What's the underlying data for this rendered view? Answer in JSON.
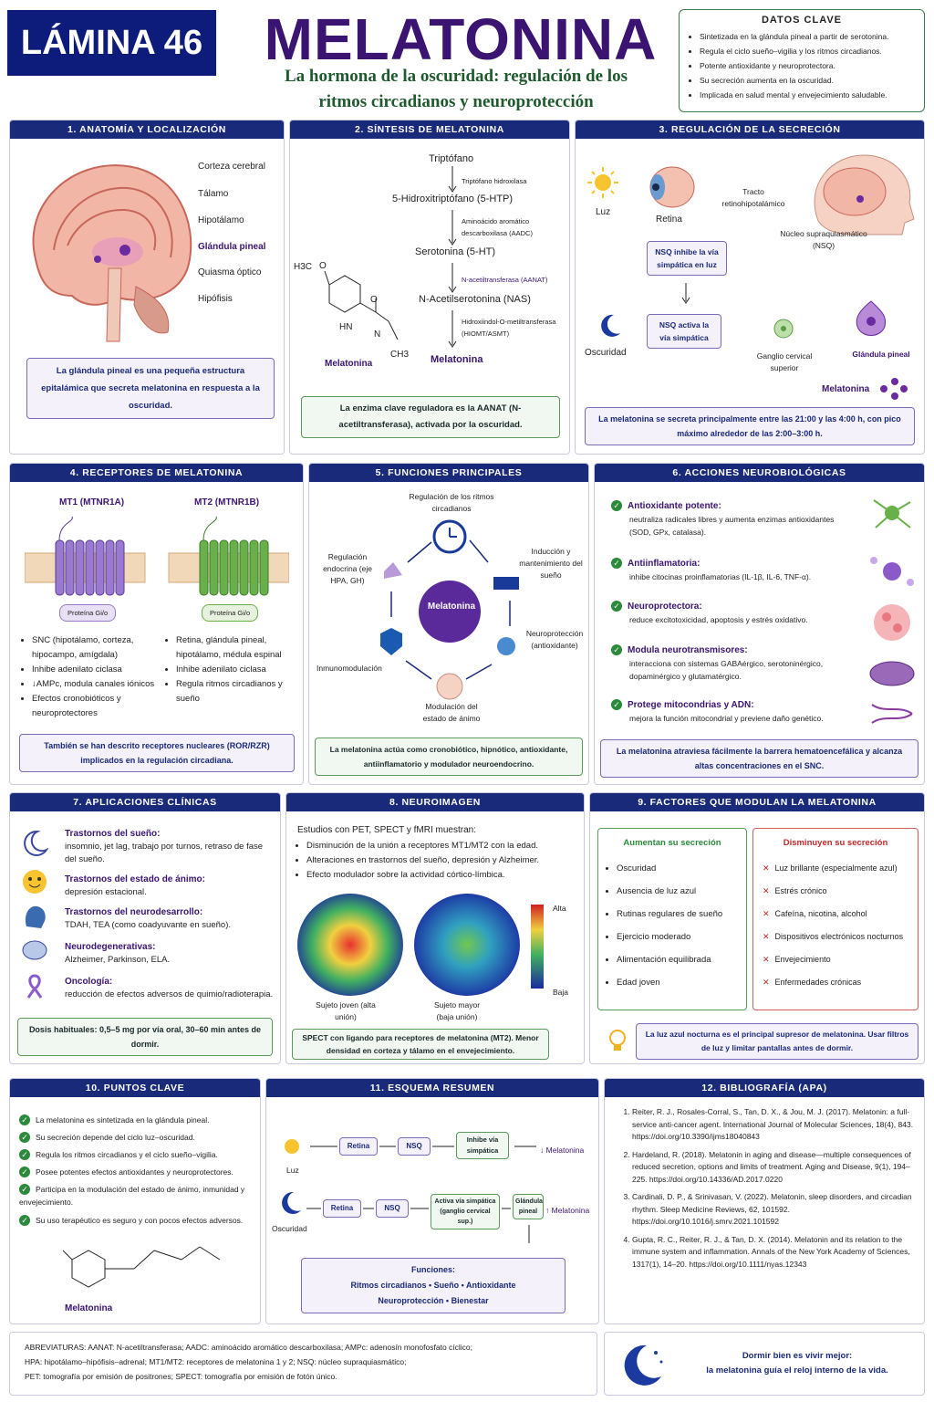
{
  "header": {
    "badge": "LÁMINA 46",
    "title": "MELATONINA",
    "subtitle_1": "La hormona de la oscuridad: regulación de los",
    "subtitle_2": "ritmos circadianos y neuroprotección"
  },
  "key_data": {
    "title": "DATOS CLAVE",
    "items": [
      "Sintetizada en la glándula pineal a partir de serotonina.",
      "Regula el ciclo sueño–vigilia y los ritmos circadianos.",
      "Potente antioxidante y neuroprotectora.",
      "Su secreción aumenta en la oscuridad.",
      "Implicada en salud mental y envejecimiento saludable."
    ]
  },
  "p1": {
    "title": "1. ANATOMÍA Y LOCALIZACIÓN",
    "labels": [
      "Corteza cerebral",
      "Tálamo",
      "Hipotálamo",
      "Glándula pineal",
      "Quiasma óptico",
      "Hipófisis"
    ],
    "note": "La glándula pineal es una pequeña estructura epitalámica que secreta melatonina en respuesta a la oscuridad."
  },
  "p2": {
    "title": "2. SÍNTESIS DE MELATONINA",
    "steps": [
      "Triptófano",
      "5-Hidroxitriptófano (5-HTP)",
      "Serotonina (5-HT)",
      "N-Acetilserotonina (NAS)",
      "Melatonina"
    ],
    "enzymes": [
      "Triptófano hidroxilasa",
      "Aminoácido aromático descarboxilasa (AADC)",
      "N-acetiltransferasa (AANAT)",
      "Hidroxiindol-O-metiltransferasa (HIOMT/ASMT)"
    ],
    "mol_label": "Melatonina",
    "h3c": "H3C",
    "o": "O",
    "hn": "HN",
    "n": "N",
    "ch3": "CH3",
    "note": "La enzima clave reguladora es la AANAT (N-acetiltransferasa), activada por la oscuridad."
  },
  "p3": {
    "title": "3. REGULACIÓN DE LA SECRECIÓN",
    "luz": "Luz",
    "retina": "Retina",
    "tracto": "Tracto retinohipotalámico",
    "nsq": "Núcleo supraquiasmático (NSQ)",
    "inhibe": "NSQ inhibe la vía simpática en luz",
    "activa": "NSQ activa la vía simpática",
    "oscuridad": "Oscuridad",
    "ganglio": "Ganglio cervical superior",
    "pineal": "Glándula pineal",
    "melatonina": "Melatonina",
    "note": "La melatonina se secreta principalmente entre las 21:00 y las 4:00 h, con pico máximo alrededor de las 2:00–3:00 h."
  },
  "p4": {
    "title": "4. RECEPTORES DE MELATONINA",
    "mt1": "MT1 (MTNR1A)",
    "mt2": "MT2 (MTNR1B)",
    "prot": "Proteína Gi/o",
    "mt1_items": [
      "SNC (hipotálamo, corteza, hipocampo, amígdala)",
      "Inhibe adenilato ciclasa",
      "↓AMPc, modula canales iónicos",
      "Efectos cronobióticos y neuroprotectores"
    ],
    "mt2_items": [
      "Retina, glándula pineal, hipotálamo, médula espinal",
      "Inhibe adenilato ciclasa",
      "Regula ritmos circadianos y sueño"
    ],
    "note": "También se han descrito receptores nucleares (ROR/RZR) implicados en la regulación circadiana."
  },
  "p5": {
    "title": "5. FUNCIONES PRINCIPALES",
    "center": "Melatonina",
    "f1": "Regulación de los ritmos circadianos",
    "f2": "Inducción y mantenimiento del sueño",
    "f3": "Neuroprotección (antioxidante)",
    "f4": "Modulación del estado de ánimo",
    "f5": "Inmunomodulación",
    "f6": "Regulación endocrina (eje HPA, GH)",
    "note": "La melatonina actúa como cronobiótico, hipnótico, antioxidante, antiinflamatorio y modulador neuroendocrino."
  },
  "p6": {
    "title": "6. ACCIONES NEUROBIOLÓGICAS",
    "items": [
      {
        "h": "Antioxidante potente:",
        "t": "neutraliza radicales libres y aumenta enzimas antioxidantes (SOD, GPx, catalasa)."
      },
      {
        "h": "Antiinflamatoria:",
        "t": "inhibe citocinas proinflamatorias (IL-1β, IL-6, TNF-α)."
      },
      {
        "h": "Neuroprotectora:",
        "t": "reduce excitotoxicidad, apoptosis y estrés oxidativo."
      },
      {
        "h": "Modula neurotransmisores:",
        "t": "interacciona con sistemas GABAérgico, serotoninérgico, dopaminérgico y glutamatérgico."
      },
      {
        "h": "Protege mitocondrias y ADN:",
        "t": "mejora la función mitocondrial y previene daño genético."
      }
    ],
    "note": "La melatonina atraviesa fácilmente la barrera hematoencefálica y alcanza altas concentraciones en el SNC."
  },
  "p7": {
    "title": "7. APLICACIONES CLÍNICAS",
    "items": [
      {
        "h": "Trastornos del sueño:",
        "t": "insomnio, jet lag, trabajo por turnos, retraso de fase del sueño."
      },
      {
        "h": "Trastornos del estado de ánimo:",
        "t": "depresión estacional."
      },
      {
        "h": "Trastornos del neurodesarrollo:",
        "t": "TDAH, TEA (como coadyuvante en sueño)."
      },
      {
        "h": "Neurodegenerativas:",
        "t": "Alzheimer, Parkinson, ELA."
      },
      {
        "h": "Oncología:",
        "t": "reducción de efectos adversos de quimio/radioterapia."
      }
    ],
    "note": "Dosis habituales: 0,5–5 mg por vía oral, 30–60 min antes de dormir."
  },
  "p8": {
    "title": "8. NEUROIMAGEN",
    "intro": "Estudios con PET, SPECT y fMRI muestran:",
    "items": [
      "Disminución de la unión a receptores MT1/MT2 con la edad.",
      "Alteraciones en trastornos del sueño, depresión y Alzheimer.",
      "Efecto modulador sobre la actividad córtico-límbica."
    ],
    "young": "Sujeto joven (alta unión)",
    "old": "Sujeto mayor (baja unión)",
    "alta": "Alta",
    "baja": "Baja",
    "note": "SPECT con ligando para receptores de melatonina (MT2). Menor densidad en corteza y tálamo en el envejecimiento."
  },
  "p9": {
    "title": "9. FACTORES QUE MODULAN LA MELATONINA",
    "up_title": "Aumentan su secreción",
    "up": [
      "Oscuridad",
      "Ausencia de luz azul",
      "Rutinas regulares de sueño",
      "Ejercicio moderado",
      "Alimentación equilibrada",
      "Edad joven"
    ],
    "down_title": "Disminuyen su secreción",
    "down": [
      "Luz brillante (especialmente azul)",
      "Estrés crónico",
      "Cafeína, nicotina, alcohol",
      "Dispositivos electrónicos nocturnos",
      "Envejecimiento",
      "Enfermedades crónicas"
    ],
    "note": "La luz azul nocturna es el principal supresor de melatonina. Usar filtros de luz y limitar pantallas antes de dormir."
  },
  "p10": {
    "title": "10. PUNTOS CLAVE",
    "items": [
      "La melatonina es sintetizada en la glándula pineal.",
      "Su secreción depende del ciclo luz–oscuridad.",
      "Regula los ritmos circadianos y el ciclo sueño–vigilia.",
      "Posee potentes efectos antioxidantes y neuroprotectores.",
      "Participa en la modulación del estado de ánimo, inmunidad y envejecimiento.",
      "Su uso terapéutico es seguro y con pocos efectos adversos."
    ],
    "mol_label": "Melatonina"
  },
  "p11": {
    "title": "11. ESQUEMA RESUMEN",
    "luz": "Luz",
    "oscuridad": "Oscuridad",
    "retina": "Retina",
    "nsq": "NSQ",
    "inhibe": "Inhibe vía simpática",
    "activa": "Activa vía simpática (ganglio cervical sup.)",
    "pineal": "Glándula pineal",
    "mel_down": "↓ Melatonina",
    "mel_up": "↑ Melatonina",
    "func_title": "Funciones:",
    "func_1": "Ritmos circadianos • Sueño • Antioxidante",
    "func_2": "Neuroprotección • Bienestar"
  },
  "p12": {
    "title": "12. BIBLIOGRAFÍA (APA)",
    "refs": [
      "Reiter, R. J., Rosales-Corral, S., Tan, D. X., & Jou, M. J. (2017). Melatonin: a full-service anti-cancer agent. International Journal of Molecular Sciences, 18(4), 843. https://doi.org/10.3390/ijms18040843",
      "Hardeland, R. (2018). Melatonin in aging and disease—multiple consequences of reduced secretion, options and limits of treatment. Aging and Disease, 9(1), 194–225. https://doi.org/10.14336/AD.2017.0220",
      "Cardinali, D. P., & Srinivasan, V. (2022). Melatonin, sleep disorders, and circadian rhythm. Sleep Medicine Reviews, 62, 101592. https://doi.org/10.1016/j.smrv.2021.101592",
      "Gupta, R. C., Reiter, R. J., & Tan, D. X. (2014). Melatonin and its relation to the immune system and inflammation. Annals of the New York Academy of Sciences, 1317(1), 14–20. https://doi.org/10.1111/nyas.12343"
    ]
  },
  "footer": {
    "abbrev_1": "ABREVIATURAS: AANAT: N-acetiltransferasa; AADC: aminoácido aromático descarboxilasa; AMPc: adenosín monofosfato cíclico;",
    "abbrev_2": "HPA: hipotálamo–hipófisis–adrenal; MT1/MT2: receptores de melatonina 1 y 2; NSQ: núcleo supraquiasmático;",
    "abbrev_3": "PET: tomografía por emisión de positrones; SPECT: tomografía por emisión de fotón único.",
    "quote_1": "Dormir bien es vivir mejor:",
    "quote_2": "la melatonina guía el reloj interno de la vida."
  },
  "colors": {
    "navy": "#1a2a7a",
    "purple": "#3a1470",
    "green": "#2a8a3a",
    "red": "#c0282a"
  }
}
